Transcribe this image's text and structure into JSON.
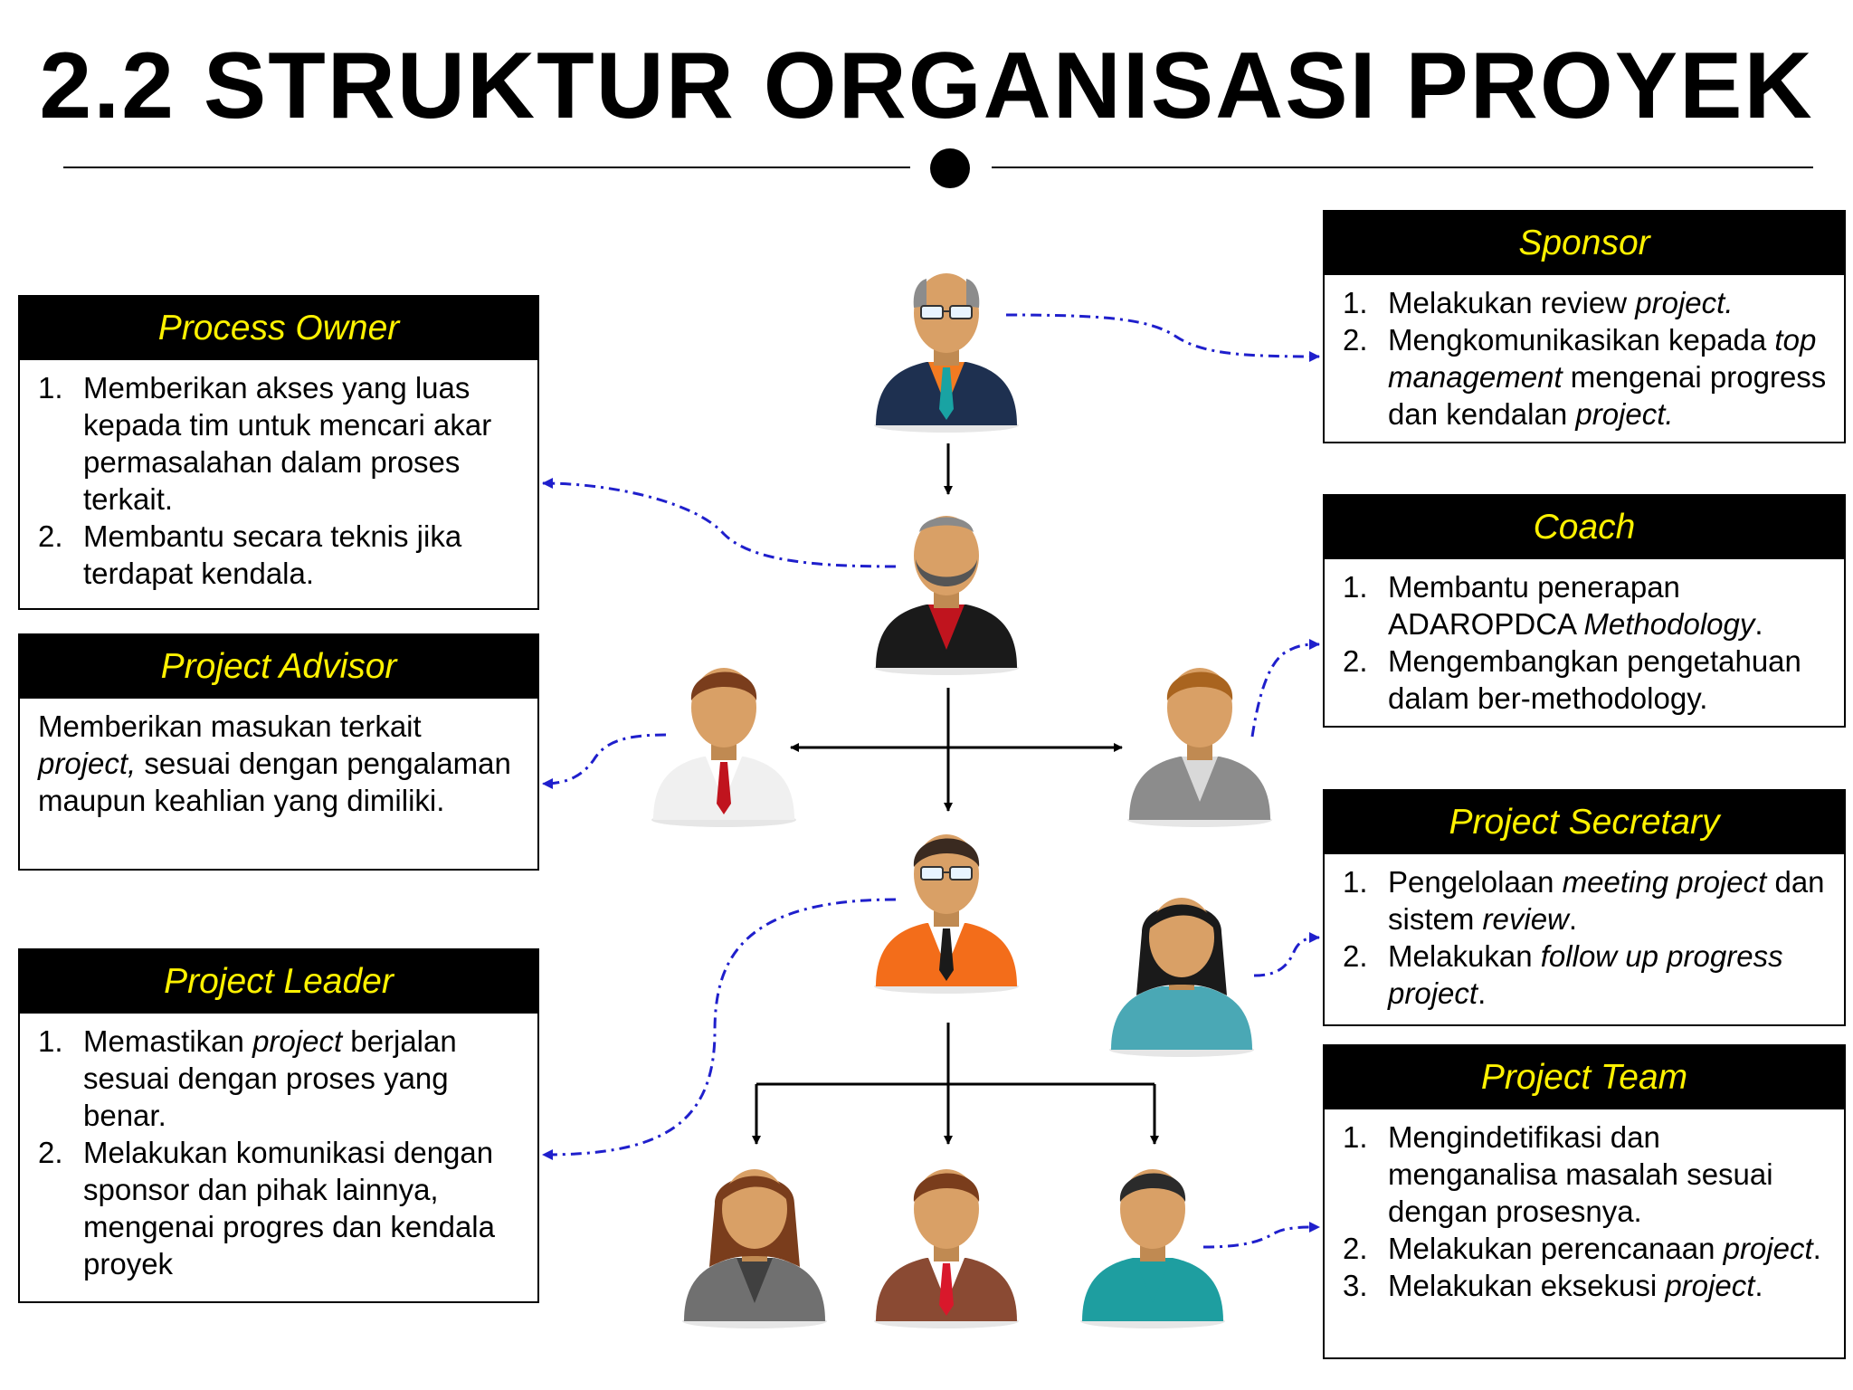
{
  "title": "2.2 STRUKTUR ORGANISASI PROYEK",
  "colors": {
    "header_bg": "#000000",
    "header_text": "#fff200",
    "dashed_arrow": "#1f1fcc",
    "solid_arrow": "#000000"
  },
  "roles": {
    "process_owner": {
      "title": "Process Owner",
      "items": [
        {
          "n": "1.",
          "parts": [
            {
              "t": "Memberikan akses yang luas kepada tim untuk mencari akar permasalahan dalam proses terkait."
            }
          ]
        },
        {
          "n": "2.",
          "parts": [
            {
              "t": "Membantu secara teknis jika terdapat kendala."
            }
          ]
        }
      ]
    },
    "project_advisor": {
      "title": "Project Advisor",
      "parts": [
        {
          "t": "Memberikan masukan terkait "
        },
        {
          "t": "project,",
          "i": true
        },
        {
          "t": " sesuai dengan pengalaman maupun keahlian yang dimiliki."
        }
      ]
    },
    "project_leader": {
      "title": "Project Leader",
      "items": [
        {
          "n": "1.",
          "parts": [
            {
              "t": "Memastikan "
            },
            {
              "t": "project",
              "i": true
            },
            {
              "t": " berjalan sesuai dengan proses yang benar."
            }
          ]
        },
        {
          "n": "2.",
          "parts": [
            {
              "t": "Melakukan komunikasi dengan sponsor dan pihak lainnya, mengenai progres dan kendala proyek"
            }
          ]
        }
      ]
    },
    "sponsor": {
      "title": "Sponsor",
      "items": [
        {
          "n": "1.",
          "parts": [
            {
              "t": "Melakukan review "
            },
            {
              "t": "project.",
              "i": true
            }
          ]
        },
        {
          "n": "2.",
          "parts": [
            {
              "t": "Mengkomunikasikan kepada "
            },
            {
              "t": "top management",
              "i": true
            },
            {
              "t": " mengenai progress dan kendalan "
            },
            {
              "t": "project.",
              "i": true
            }
          ]
        }
      ]
    },
    "coach": {
      "title": "Coach",
      "items": [
        {
          "n": "1.",
          "parts": [
            {
              "t": "Membantu penerapan ADAROPDCA "
            },
            {
              "t": "Methodology",
              "i": true
            },
            {
              "t": "."
            }
          ]
        },
        {
          "n": "2.",
          "parts": [
            {
              "t": "Mengembangkan pengetahuan dalam ber-methodology."
            }
          ]
        }
      ]
    },
    "project_secretary": {
      "title": "Project Secretary",
      "items": [
        {
          "n": "1.",
          "parts": [
            {
              "t": "Pengelolaan "
            },
            {
              "t": "meeting project",
              "i": true
            },
            {
              "t": " dan sistem "
            },
            {
              "t": "review",
              "i": true
            },
            {
              "t": "."
            }
          ]
        },
        {
          "n": "2.",
          "parts": [
            {
              "t": "Melakukan "
            },
            {
              "t": "follow up progress project",
              "i": true
            },
            {
              "t": "."
            }
          ]
        }
      ]
    },
    "project_team": {
      "title": "Project Team",
      "items": [
        {
          "n": "1.",
          "parts": [
            {
              "t": "Mengindetifikasi dan menganalisa masalah sesuai dengan prosesnya."
            }
          ]
        },
        {
          "n": "2.",
          "parts": [
            {
              "t": "Melakukan perencanaan "
            },
            {
              "t": "project",
              "i": true
            },
            {
              "t": "."
            }
          ]
        },
        {
          "n": "3.",
          "parts": [
            {
              "t": "Melakukan eksekusi "
            },
            {
              "t": "project",
              "i": true
            },
            {
              "t": "."
            }
          ]
        }
      ]
    }
  },
  "people": {
    "sponsor": {
      "icon": "businessman-glasses-icon",
      "suit": "#1e3050",
      "shirt": "#f27b22",
      "tie": "#19a3a3",
      "hair": "#8c8c8c"
    },
    "owner": {
      "icon": "businessman-beard-icon",
      "suit": "#1a1a1a",
      "shirt": "#c0141e",
      "tie": "",
      "hair": "#8a8a8a"
    },
    "advisor": {
      "icon": "businessman-white-shirt-icon",
      "suit": "#f0f0f0",
      "shirt": "#ffffff",
      "tie": "#c0141e",
      "hair": "#7a3d1c"
    },
    "coach": {
      "icon": "person-grey-suit-icon",
      "suit": "#8c8c8c",
      "shirt": "#d9d9d9",
      "tie": "",
      "hair": "#a9641f"
    },
    "leader": {
      "icon": "businessman-orange-suit-icon",
      "suit": "#f36d1a",
      "shirt": "#ffffff",
      "tie": "#1a1a1a",
      "hair": "#3a2a20"
    },
    "secretary": {
      "icon": "woman-teal-shirt-icon",
      "suit": "#4aa8b5",
      "shirt": "#4aa8b5",
      "tie": "",
      "hair": "#1a1a1a"
    },
    "team1": {
      "icon": "woman-grey-suit-icon",
      "suit": "#707070",
      "shirt": "#404040",
      "tie": "",
      "hair": "#7a3d1c"
    },
    "team2": {
      "icon": "man-brown-suit-icon",
      "suit": "#8a4a33",
      "shirt": "#ffffff",
      "tie": "#d9182b",
      "hair": "#7a3d1c"
    },
    "team3": {
      "icon": "man-teal-shirt-icon",
      "suit": "#1e9ea0",
      "shirt": "#1e9ea0",
      "tie": "",
      "hair": "#2b2b2b"
    }
  }
}
